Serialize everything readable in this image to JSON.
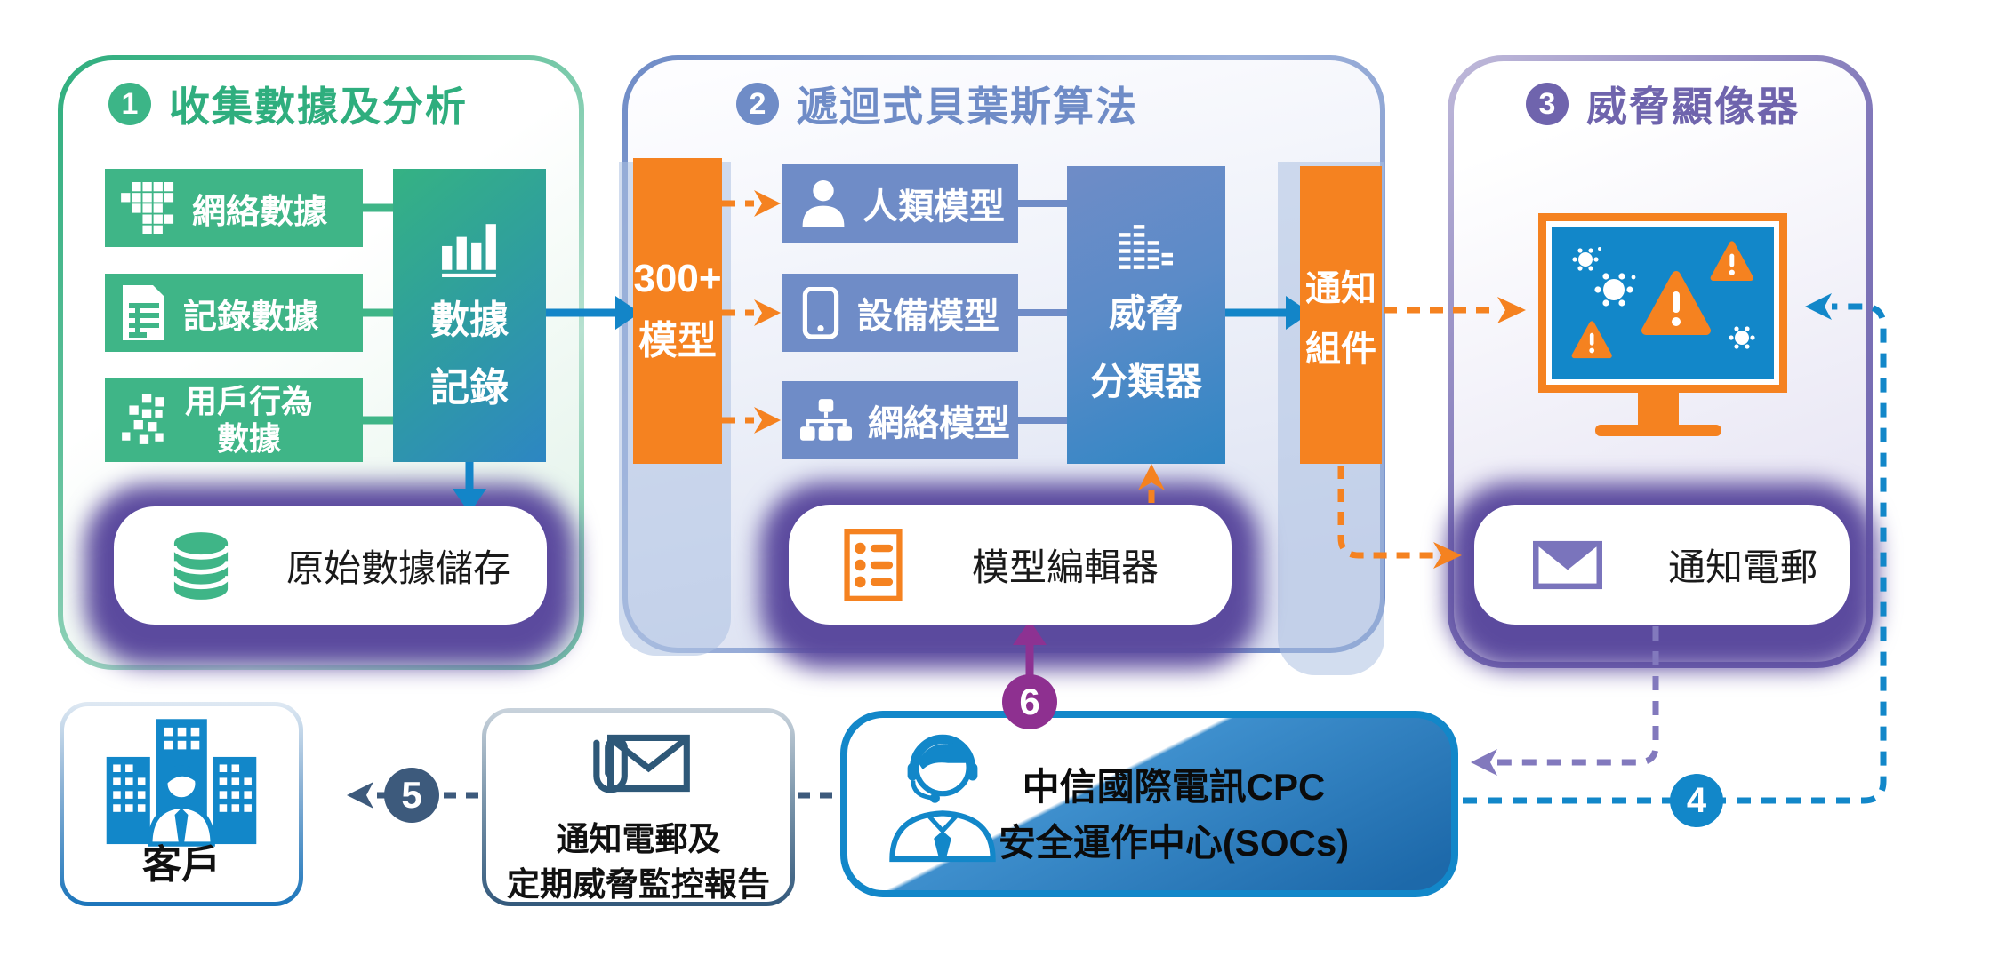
{
  "step1": {
    "number": "1",
    "title": "收集數據及分析",
    "source_boxes": [
      {
        "label": "網絡數據",
        "icon": "pixel-grid-icon"
      },
      {
        "label": "記錄數據",
        "icon": "spreadsheet-icon"
      },
      {
        "label_line1": "用戶行為",
        "label_line2": "數據",
        "icon": "pixel-user-icon"
      }
    ],
    "aggregator": {
      "line1": "數據",
      "line2": "記錄",
      "icon": "bar-chart-icon"
    },
    "storage_pill": {
      "label": "原始數據儲存",
      "icon": "database-icon"
    }
  },
  "step2": {
    "number": "2",
    "title": "遞迴式貝葉斯算法",
    "models_count": {
      "line1": "300+",
      "line2": "模型"
    },
    "model_boxes": [
      {
        "label": "人類模型",
        "icon": "person-icon"
      },
      {
        "label": "設備模型",
        "icon": "tablet-icon"
      },
      {
        "label": "網絡模型",
        "icon": "network-icon"
      }
    ],
    "classifier": {
      "line1": "威脅",
      "line2": "分類器",
      "icon": "equalizer-icon"
    },
    "notifier": {
      "line1": "通知",
      "line2": "組件"
    },
    "editor_pill": {
      "label": "模型編輯器",
      "icon": "list-icon"
    }
  },
  "step3": {
    "number": "3",
    "title": "威脅顯像器",
    "email_pill": {
      "label": "通知電郵",
      "icon": "envelope-icon"
    }
  },
  "bottom": {
    "customer": {
      "label": "客戶",
      "icon": "customer-building-icon"
    },
    "report": {
      "line1": "通知電郵及",
      "line2": "定期威脅監控報告",
      "icon": "mail-attachment-icon"
    },
    "soc": {
      "line1": "中信國際電訊CPC",
      "line2": "安全運作中心(SOCs)",
      "icon": "support-agent-icon"
    },
    "step4_number": "4",
    "step5_number": "5",
    "step6_number": "6"
  },
  "colors": {
    "green": "#3cb587",
    "teal_blue": "#2d86c3",
    "cornflower": "#6f8cc7",
    "orange": "#f58220",
    "blue": "#1287c9",
    "purple_title": "#6f64ad",
    "envelope_purple": "#7a74bc",
    "magenta": "#8e3090",
    "slate": "#3d5a7c",
    "glow": "#5b4a9e"
  }
}
